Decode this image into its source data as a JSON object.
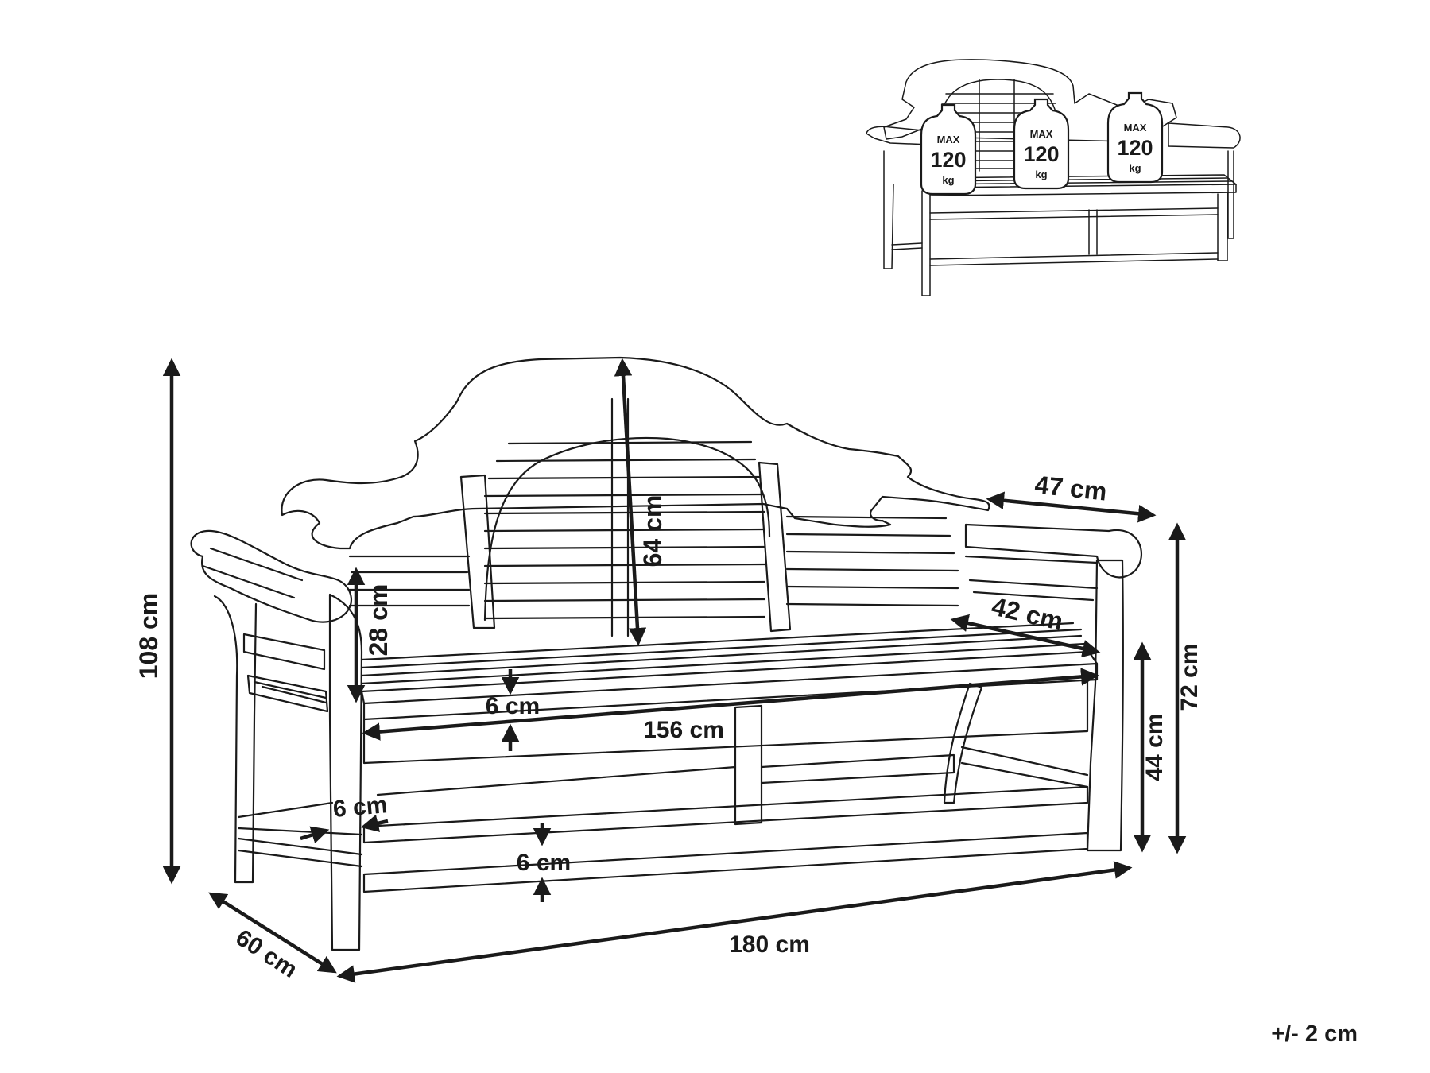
{
  "main_view": {
    "dimensions": {
      "total_height": "108 cm",
      "backrest_height": "64 cm",
      "armrest_length": "47 cm",
      "seat_depth": "42 cm",
      "arm_gap": "28 cm",
      "seat_thickness": "6 cm",
      "seat_width": "156 cm",
      "leg_width": "6 cm",
      "stretcher_height": "6 cm",
      "total_width": "180 cm",
      "total_depth": "60 cm",
      "seat_height": "44 cm",
      "arm_height": "72 cm"
    },
    "tolerance": "+/- 2 cm"
  },
  "thumbnail": {
    "weights": [
      {
        "top": "MAX",
        "value": "120",
        "unit": "kg"
      },
      {
        "top": "MAX",
        "value": "120",
        "unit": "kg"
      },
      {
        "top": "MAX",
        "value": "120",
        "unit": "kg"
      }
    ]
  }
}
